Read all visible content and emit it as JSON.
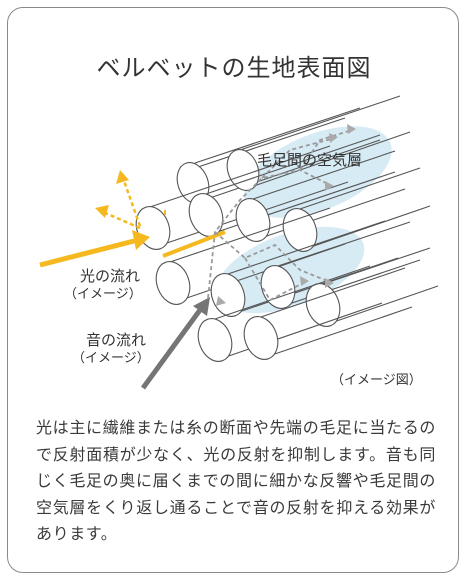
{
  "diagram": {
    "title": "ベルベットの生地表面図",
    "labels": {
      "air_layer": "毛足間の空気層",
      "light_flow": "光の流れ",
      "light_flow_note": "（イメージ）",
      "sound_flow": "音の流れ",
      "sound_flow_note": "（イメージ）",
      "image_note": "（イメージ図）"
    },
    "colors": {
      "light": "#f5b81e",
      "sound": "#757575",
      "air": "#cde6f3",
      "outline": "#555555"
    }
  },
  "description": "光は主に繊維または糸の断面や先端の毛足に当たるので反射面積が少なく、光の反射を抑制します。音も同じく毛足の奥に届くまでの間に細かな反響や毛足間の空気層をくり返し通ることで音の反射を抑える効果があります。"
}
